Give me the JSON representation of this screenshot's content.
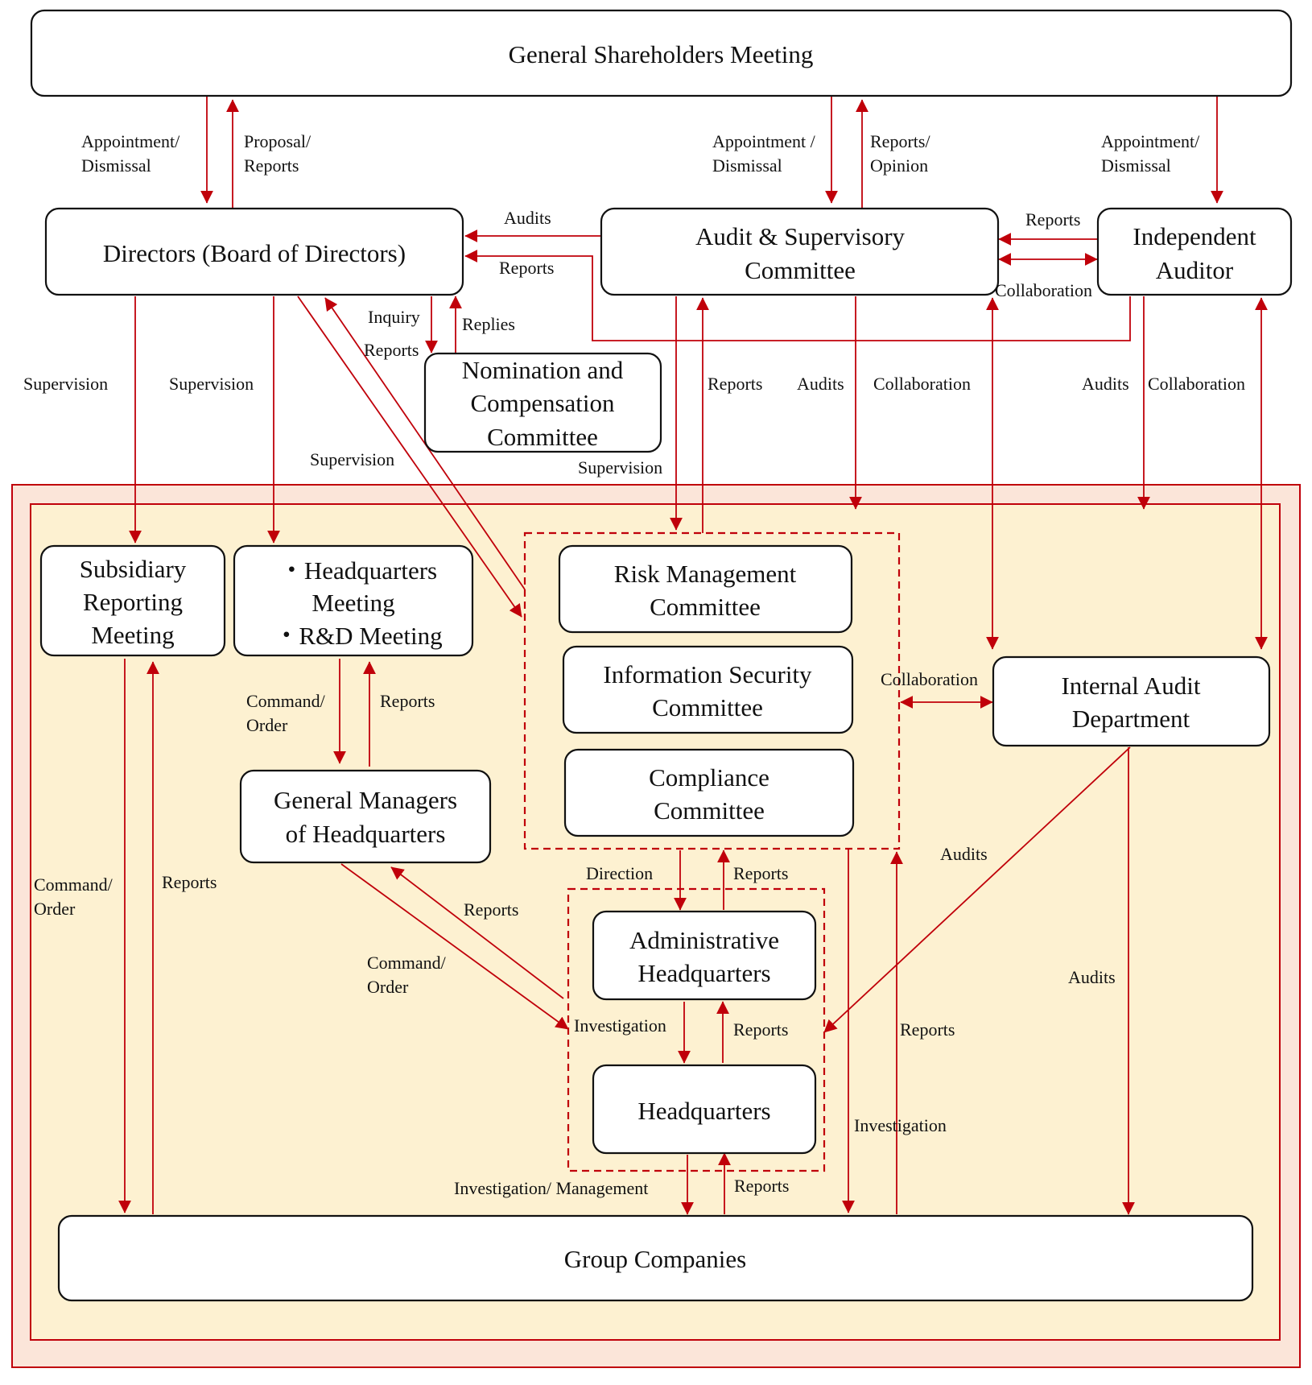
{
  "boxes": {
    "shareholders": [
      "General Shareholders Meeting"
    ],
    "directors": [
      "Directors (Board of Directors)"
    ],
    "audit_committee": [
      "Audit & Supervisory",
      "Committee"
    ],
    "independent_auditor": [
      "Independent",
      "Auditor"
    ],
    "nomination": [
      "Nomination and",
      "Compensation",
      "Committee"
    ],
    "subsidiary": [
      "Subsidiary",
      "Reporting",
      "Meeting"
    ],
    "hq_meeting": [
      "・Headquarters",
      "Meeting",
      "・R&D Meeting"
    ],
    "risk": [
      "Risk Management",
      "Committee"
    ],
    "infosec": [
      "Information Security",
      "Committee"
    ],
    "compliance": [
      "Compliance",
      "Committee"
    ],
    "internal_audit": [
      "Internal Audit",
      "Department"
    ],
    "gm_hq": [
      "General Managers",
      "of Headquarters"
    ],
    "admin_hq": [
      "Administrative",
      "Headquarters"
    ],
    "headquarters": [
      "Headquarters"
    ],
    "group": [
      "Group Companies"
    ]
  },
  "labels": {
    "sh_dir_appoint": [
      "Appointment/",
      "Dismissal"
    ],
    "sh_dir_proposal": [
      "Proposal/",
      "Reports"
    ],
    "sh_aud_appoint": [
      "Appointment /",
      "Dismissal"
    ],
    "sh_aud_reports": [
      "Reports/",
      "Opinion"
    ],
    "sh_ind_appoint": [
      "Appointment/",
      "Dismissal"
    ],
    "audits_to_dir": "Audits",
    "reports_to_dir": "Reports",
    "reports_ind_aud": "Reports",
    "collab_ind_aud": "Collaboration",
    "inquiry": "Inquiry",
    "inquiry_reports": "Reports",
    "replies": "Replies",
    "supervision_1": "Supervision",
    "supervision_2": "Supervision",
    "supervision_3": "Supervision",
    "supervision_4": "Supervision",
    "aud_reports": "Reports",
    "aud_audits": "Audits",
    "aud_collab": "Collaboration",
    "ind_audits": "Audits",
    "ind_collab": "Collaboration",
    "hq_command": [
      "Command/",
      "Order"
    ],
    "hq_reports": "Reports",
    "collab_ia": "Collaboration",
    "sub_command": [
      "Command/",
      "Order"
    ],
    "sub_reports": "Reports",
    "gm_reports": "Reports",
    "gm_command": [
      "Command/",
      "Order"
    ],
    "direction": "Direction",
    "dir_reports": "Reports",
    "ia_audits": "Audits",
    "ia_audits_2": "Audits",
    "investigation_1": "Investigation",
    "admin_reports": "Reports",
    "reports_right": "Reports",
    "investigation_2": "Investigation",
    "invest_mgmt": "Investigation/ Management",
    "hq_group_reports": "Reports"
  },
  "colors": {
    "arrow": "#c0000a",
    "outer_fill": "#fbe5d9",
    "inner_fill": "#fdf1d1",
    "outer_border": "#c0000a"
  }
}
